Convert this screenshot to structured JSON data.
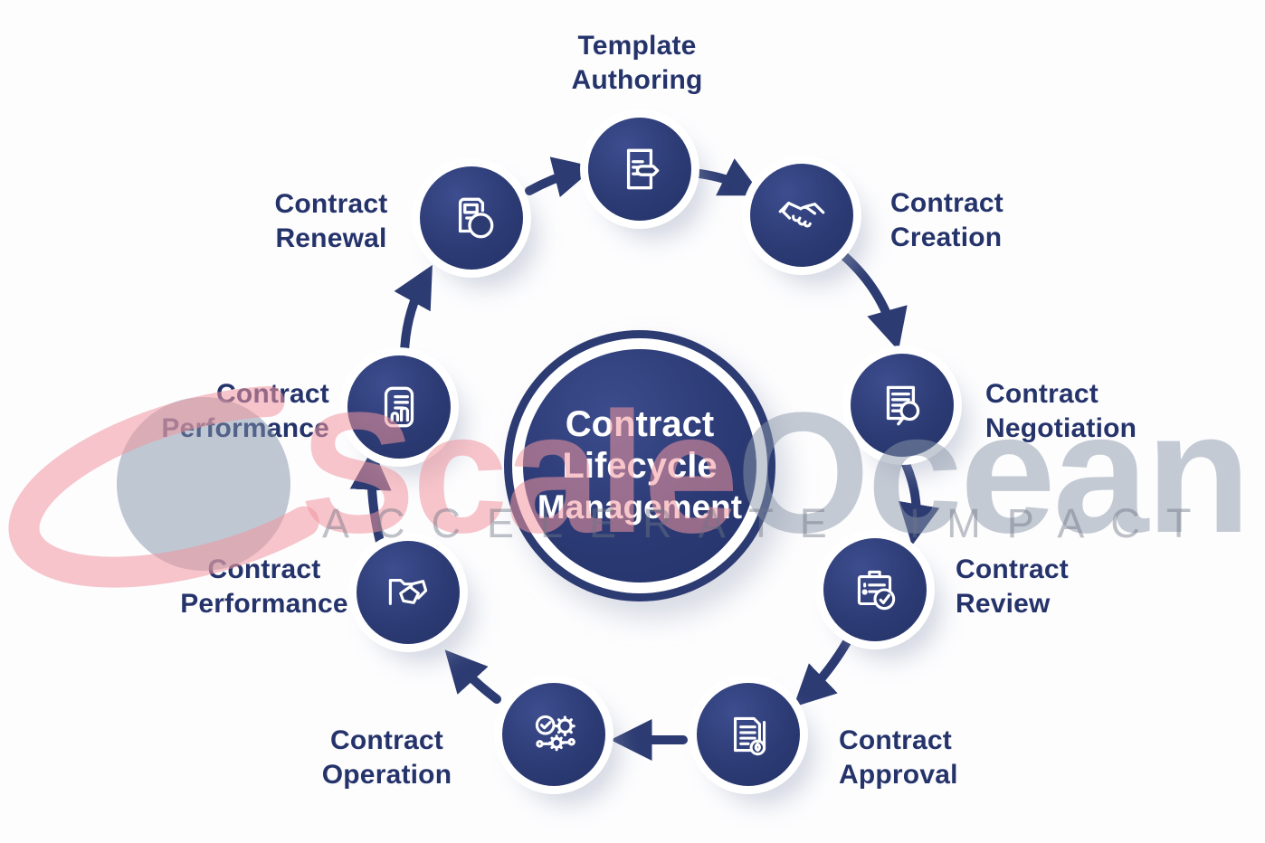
{
  "title": "Contract Lifecycle Management diagram",
  "center": {
    "line1": "Contract",
    "line2": "Lifecycle",
    "line3": "Management"
  },
  "nodes": [
    {
      "label": "Template Authoring",
      "icon": "document-edit-icon"
    },
    {
      "label": "Contract Creation",
      "icon": "handshake-icon"
    },
    {
      "label": "Contract Negotiation",
      "icon": "document-search-icon"
    },
    {
      "label": "Contract Review",
      "icon": "clipboard-review-icon"
    },
    {
      "label": "Contract Approval",
      "icon": "document-stamp-icon"
    },
    {
      "label": "Contract Operation",
      "icon": "process-gears-icon"
    },
    {
      "label": "Contract Performance",
      "icon": "folder-files-icon"
    },
    {
      "label": "Contract Performance",
      "icon": "report-chart-icon"
    },
    {
      "label": "Contract Renewal",
      "icon": "renewal-circle-icon"
    }
  ],
  "watermark": {
    "brand_scale": "Scale",
    "brand_ocean": "Ocean",
    "tagline_word1": "ACCELERATE",
    "tagline_word2": "IMPACT"
  },
  "colors": {
    "node_navy": "#2c3b72",
    "label_navy": "#25336b",
    "arrow_navy": "#2c3b72",
    "watermark_pink": "#f4b9bd",
    "watermark_gray": "#c3c9d4",
    "background": "#fdfdfe"
  }
}
